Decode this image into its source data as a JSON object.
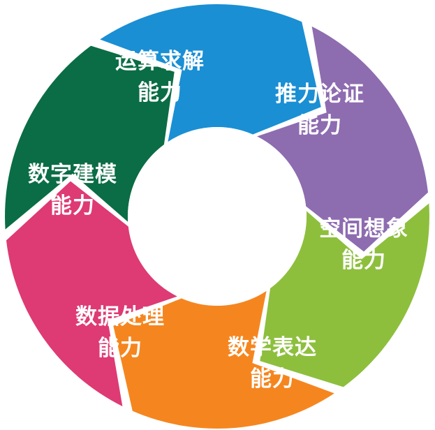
{
  "diagram": {
    "segments": [
      {
        "id": "computation",
        "line1": "运算求解",
        "line2": "能力",
        "color": "#1a8fd4"
      },
      {
        "id": "reasoning",
        "line1": "推力论证",
        "line2": "能力",
        "color": "#8e6cb0"
      },
      {
        "id": "spatial",
        "line1": "空间想象",
        "line2": "能力",
        "color": "#8dbf3d"
      },
      {
        "id": "expression",
        "line1": "数学表达",
        "line2": "能力",
        "color": "#f5861f"
      },
      {
        "id": "data",
        "line1": "数据处理",
        "line2": "能力",
        "color": "#de3a74"
      },
      {
        "id": "modeling",
        "line1": "数字建模",
        "line2": "能力",
        "color": "#0a6d45"
      }
    ]
  }
}
